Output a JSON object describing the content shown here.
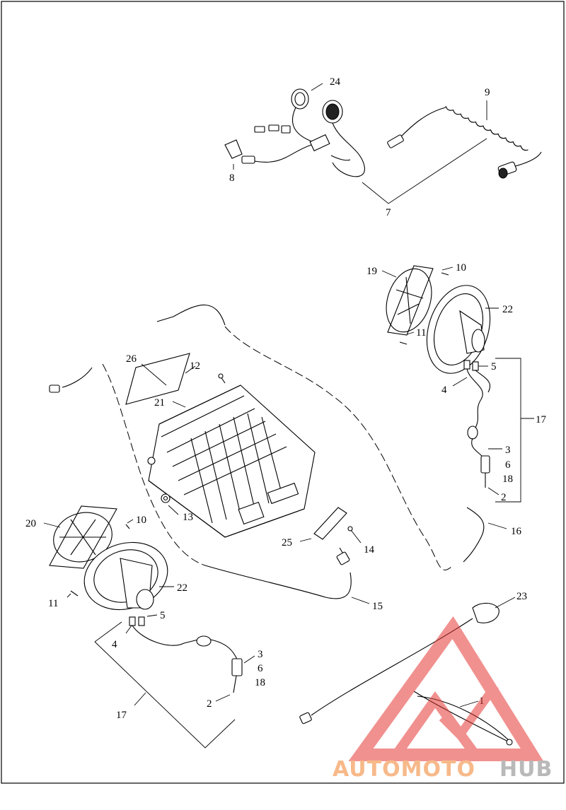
{
  "callouts": [
    {
      "id": "c1",
      "text": "1"
    },
    {
      "id": "c2a",
      "text": "2"
    },
    {
      "id": "c2b",
      "text": "2"
    },
    {
      "id": "c3a",
      "text": "3"
    },
    {
      "id": "c3b",
      "text": "3"
    },
    {
      "id": "c4a",
      "text": "4"
    },
    {
      "id": "c4b",
      "text": "4"
    },
    {
      "id": "c5a",
      "text": "5"
    },
    {
      "id": "c5b",
      "text": "5"
    },
    {
      "id": "c6a",
      "text": "6"
    },
    {
      "id": "c6b",
      "text": "6"
    },
    {
      "id": "c7",
      "text": "7"
    },
    {
      "id": "c8",
      "text": "8"
    },
    {
      "id": "c9",
      "text": "9"
    },
    {
      "id": "c10a",
      "text": "10"
    },
    {
      "id": "c10b",
      "text": "10"
    },
    {
      "id": "c11a",
      "text": "11"
    },
    {
      "id": "c11b",
      "text": "11"
    },
    {
      "id": "c12",
      "text": "12"
    },
    {
      "id": "c13",
      "text": "13"
    },
    {
      "id": "c14",
      "text": "14"
    },
    {
      "id": "c15",
      "text": "15"
    },
    {
      "id": "c16",
      "text": "16"
    },
    {
      "id": "c17a",
      "text": "17"
    },
    {
      "id": "c17b",
      "text": "17"
    },
    {
      "id": "c18a",
      "text": "18"
    },
    {
      "id": "c18b",
      "text": "18"
    },
    {
      "id": "c19",
      "text": "19"
    },
    {
      "id": "c20",
      "text": "20"
    },
    {
      "id": "c21",
      "text": "21"
    },
    {
      "id": "c22a",
      "text": "22"
    },
    {
      "id": "c22b",
      "text": "22"
    },
    {
      "id": "c23",
      "text": "23"
    },
    {
      "id": "c24",
      "text": "24"
    },
    {
      "id": "c25",
      "text": "25"
    },
    {
      "id": "c26",
      "text": "26"
    }
  ],
  "watermark": {
    "part1": "AUTOMOTO",
    "part2": "HUB",
    "color_part1": "#f7b98a",
    "color_part2": "#b9b9b9",
    "logo_color": "#e53935"
  }
}
